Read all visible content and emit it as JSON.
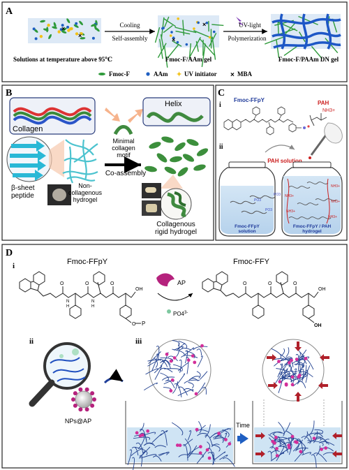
{
  "panelA": {
    "label": "A",
    "step1_top": "Cooling",
    "step1_bottom": "Self-assembly",
    "step2_top": "UV-light",
    "step2_bottom": "Polymerization",
    "stage1": "Solutions at temperature above 95℃",
    "stage2": "Fmoc-F/AAm gel",
    "stage3": "Fmoc-F/PAAm DN gel",
    "legend": [
      "Fmoc-F",
      "AAm",
      "UV initiator",
      "MBA"
    ],
    "colors": {
      "fmoc": "#2e9a3a",
      "aam": "#1f5fc2",
      "uv": "#f2c21a",
      "polymer": "#1d57c6"
    }
  },
  "panelB": {
    "label": "B",
    "collagen": "Collagen",
    "helix": "Helix",
    "minimal1": "Minimal",
    "minimal2": "collagen",
    "minimal3": "motif",
    "coassembly": "Co-assembly",
    "beta1": "β-sheet",
    "beta2": "peptide",
    "noncol1": "Non-",
    "noncol2": "collagenous",
    "noncol3": "hydrogel",
    "rigid1": "Collagenous",
    "rigid2": "rigid hydrogel"
  },
  "panelC": {
    "label": "C",
    "i": "i",
    "ii": "ii",
    "compound": "Fmoc-FFpY",
    "pah": "PAH",
    "nh3": "NH3+",
    "pah_solution": "PAH solution",
    "jar1_a": "Fmoc-FFpY",
    "jar1_b": "solution",
    "jar2_a": "Fmoc-FFpY / PAH",
    "jar2_b": "hydrogel",
    "nh3_label": "NH3+",
    "po3_label": "PO3"
  },
  "panelD": {
    "label": "D",
    "i": "i",
    "ii": "ii",
    "iii": "iii",
    "compound_left": "Fmoc-FFpY",
    "compound_right": "Fmoc-FFY",
    "enzyme": "AP",
    "byproduct": "PO4",
    "byproduct_sup": "3-",
    "oh": "OH",
    "o": "O",
    "h": "H",
    "n": "N",
    "p": "P",
    "nps": "NPs@AP",
    "time": "Time"
  }
}
